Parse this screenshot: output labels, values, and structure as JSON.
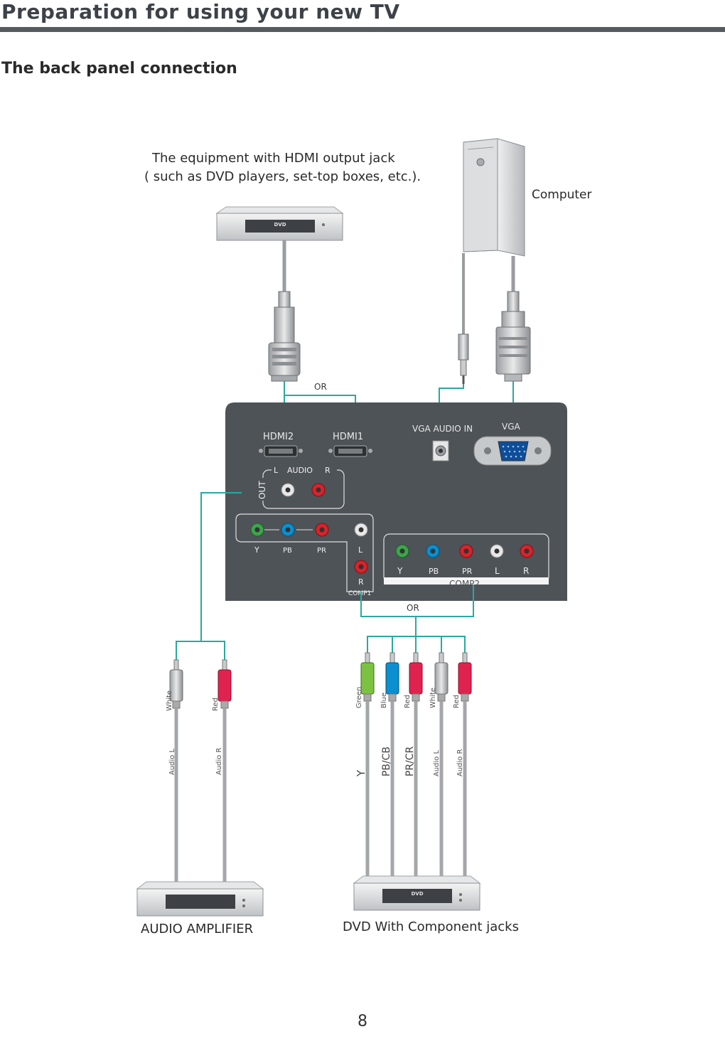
{
  "header": {
    "title": "Preparation for using your new TV",
    "section": "The back panel connection"
  },
  "captions": {
    "hdmi_line1": "The equipment with HDMI output jack",
    "hdmi_line2": "( such as DVD players, set-top boxes, etc.).",
    "computer": "Computer",
    "amplifier": "AUDIO  AMPLIFIER",
    "dvd_component": "DVD With  Component jacks",
    "or_top": "OR",
    "or_bottom": "OR"
  },
  "device": {
    "dvd_logo": "DVD"
  },
  "panel": {
    "hdmi2": "HDMI2",
    "hdmi1": "HDMI1",
    "vga_audio_in": "VGA AUDIO IN",
    "vga": "VGA",
    "audio_out_label": "AUDIO",
    "audio_out_l": "L",
    "audio_out_r": "R",
    "out": "OUT",
    "comp1_y": "Y",
    "comp1_pb": "PB",
    "comp1_pr": "PR",
    "comp1_l": "L",
    "comp1_r": "R",
    "comp1": "COMP1",
    "comp2_y": "Y",
    "comp2_pb": "PB",
    "comp2_pr": "PR",
    "comp2_l": "L",
    "comp2_r": "R",
    "comp2": "COMP2"
  },
  "cables": {
    "amp_white": "White",
    "amp_red": "Red",
    "amp_audio_l": "Audio L",
    "amp_audio_r": "Audio R",
    "green": "Green",
    "blue": "Blue",
    "red1": "Red",
    "white": "White",
    "red2": "Red",
    "y": "Y",
    "pbcb": "PB/CB",
    "prcr": "PR/CR",
    "audio_l": "Audio L",
    "audio_r": "Audio R"
  },
  "colors": {
    "panel": "#4e5358",
    "green_jack": "#3fa34d",
    "blue_jack": "#0a8fd0",
    "red_jack": "#d8232a",
    "white_jack": "#e8e8e8",
    "wire": "#2aa8a0"
  },
  "page_number": "8"
}
